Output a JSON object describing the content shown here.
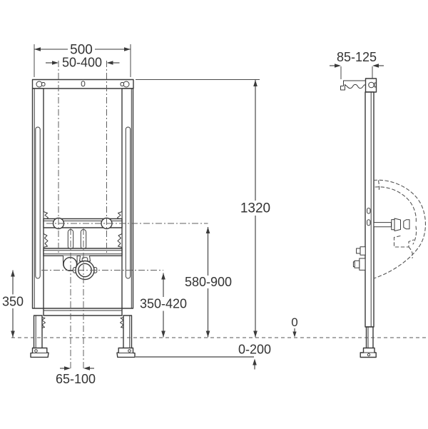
{
  "drawing": {
    "colors": {
      "line": "#3a3a3a",
      "text": "#333333",
      "centerline": "#5f5f5f",
      "reference_line": "#8a8a8a",
      "background": "#ffffff"
    },
    "front_view": {
      "width_total": "500",
      "bolt_spacing": "50-400",
      "frame_height": "1320",
      "outlet_height": "580-900",
      "connector_height": "350-420",
      "supply_height": "350",
      "pipe_spacing": "65-100",
      "floor_level": "0",
      "recess_range": "0-200"
    },
    "side_view": {
      "bracket_depth": "85-125"
    }
  }
}
